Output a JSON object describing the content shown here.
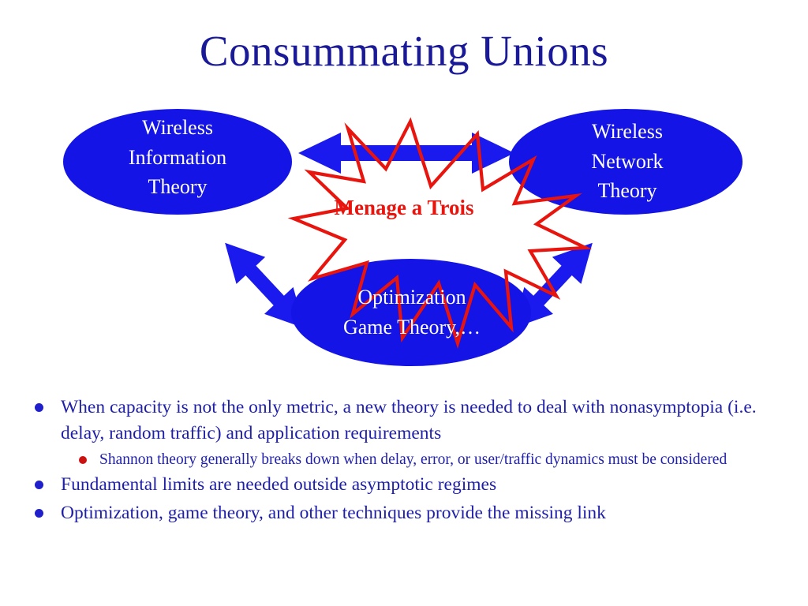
{
  "title": "Consummating Unions",
  "colors": {
    "title_blue": "#1a1a99",
    "body_blue": "#1f1fa8",
    "ellipse_blue": "#1414e6",
    "arrow_blue": "#1a1aee",
    "burst_red": "#e8150f",
    "bullet_blue": "#1f1fcc",
    "subbullet_red": "#cc1111",
    "background": "#ffffff",
    "node_text": "#ffffff"
  },
  "diagram": {
    "nodes": [
      {
        "id": "wireless-information-theory",
        "label": "Wireless\nInformation\nTheory"
      },
      {
        "id": "wireless-network-theory",
        "label": "Wireless\nNetwork\nTheory"
      },
      {
        "id": "optimization-game-theory",
        "label": "Optimization\nGame Theory,…"
      }
    ],
    "center": {
      "id": "menage-a-trois",
      "label": "Menage a Trois",
      "shape": "explosion-starburst"
    },
    "connectors": [
      {
        "id": "arrow-wit-wnt",
        "from": "wireless-information-theory",
        "to": "wireless-network-theory",
        "style": "double-headed"
      },
      {
        "id": "arrow-wit-opt",
        "from": "wireless-information-theory",
        "to": "optimization-game-theory",
        "style": "double-headed"
      },
      {
        "id": "arrow-wnt-opt",
        "from": "wireless-network-theory",
        "to": "optimization-game-theory",
        "style": "double-headed"
      }
    ]
  },
  "bullets": [
    {
      "level": 1,
      "text": "When capacity is not the only metric, a new theory is needed to deal with nonasymptopia (i.e. delay, random traffic) and application requirements"
    },
    {
      "level": 2,
      "text": "Shannon theory generally breaks down when delay, error, or user/traffic dynamics must be considered"
    },
    {
      "level": 1,
      "text": "Fundamental limits are needed outside asymptotic regimes"
    },
    {
      "level": 1,
      "text": "Optimization, game theory, and other techniques provide the missing link"
    }
  ]
}
